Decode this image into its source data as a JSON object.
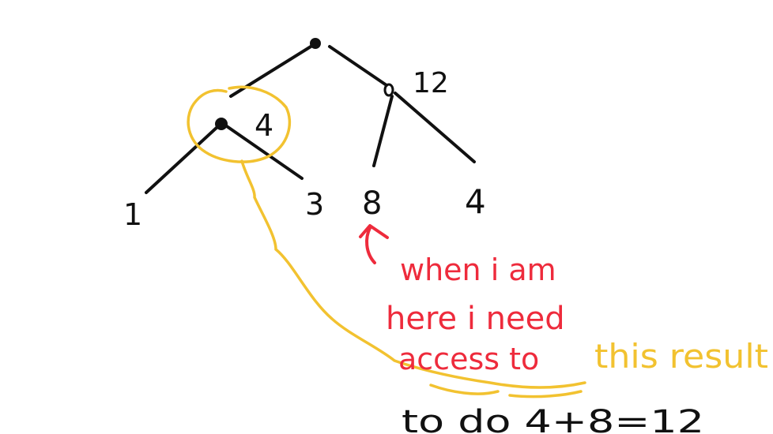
{
  "colors": {
    "black": "#111111",
    "red": "#ee2b3c",
    "yellow": "#f2c230"
  },
  "tree": {
    "left_node_value": "4",
    "right_node_value": "12",
    "leaves": [
      "1",
      "3",
      "8",
      "4"
    ]
  },
  "annotation": {
    "red_line_1": "when i am",
    "red_line_2": "here i need",
    "red_line_3": "access to",
    "yellow_text": "this result",
    "bottom_text": "to do 4+8=12"
  }
}
